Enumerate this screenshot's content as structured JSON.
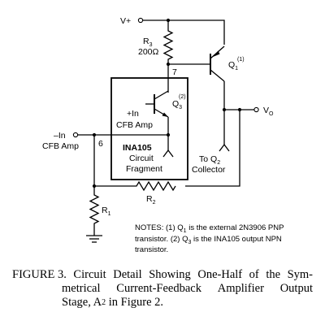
{
  "diagram": {
    "vplus": "V+",
    "r3": {
      "name": "R",
      "sub": "3",
      "value": "200Ω"
    },
    "node7": "7",
    "node6": "6",
    "q1": {
      "name": "Q",
      "sub": "1",
      "mark": "(1)"
    },
    "q3": {
      "name": "Q",
      "sub": "3",
      "mark": "(2)"
    },
    "plus_in": "+In",
    "cfb_amp_inner": "CFB Amp",
    "fragment": {
      "line1": "INA105",
      "line2": "Circuit",
      "line3": "Fragment"
    },
    "minus_in": {
      "line1": "–In",
      "line2": "CFB Amp"
    },
    "to_q2": {
      "line1": "To Q",
      "sub": "2",
      "line2": "Collector"
    },
    "vo": {
      "name": "V",
      "sub": "O"
    },
    "r1": {
      "name": "R",
      "sub": "1"
    },
    "r2": {
      "name": "R",
      "sub": "2"
    }
  },
  "notes": {
    "l1_a": "NOTES: (1) Q",
    "l1_sub": "1",
    "l1_b": " is the external 2N3906 PNP",
    "l2_a": "transistor. (2) Q",
    "l2_sub": "3",
    "l2_b": " is the INA105 output NPN",
    "l3": "transistor."
  },
  "caption": {
    "label": "FIGURE 3.",
    "w1": "Circuit",
    "w2": "Detail",
    "w3": "Showing",
    "w4": "One-Half",
    "w5": "of",
    "w6": "the",
    "w7": "Sym-",
    "l2_w1": "metrical",
    "l2_w2": "Current-Feedback",
    "l2_w3": "Amplifier",
    "l2_w4": "Output",
    "l3_a": "Stage, A",
    "l3_sub": "2",
    "l3_b": " in Figure 2."
  }
}
